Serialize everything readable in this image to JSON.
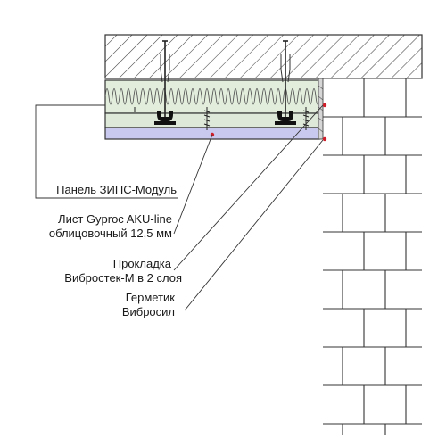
{
  "labels": {
    "panel": "Панель ЗИПС-Модуль",
    "sheet_line1": "Лист Gyproc AKU-line",
    "sheet_line2": "облицовочный 12,5 мм",
    "gasket_line1": "Прокладка",
    "gasket_line2": "Вибростек-М в 2 слоя",
    "sealant_line1": "Герметик",
    "sealant_line2": "Вибросил"
  },
  "colors": {
    "insulation": "#e2eddc",
    "gypsum_board": "#c9c9f0",
    "sealant_dot": "#d01f2a",
    "line": "#333333",
    "hatch": "#444444"
  }
}
